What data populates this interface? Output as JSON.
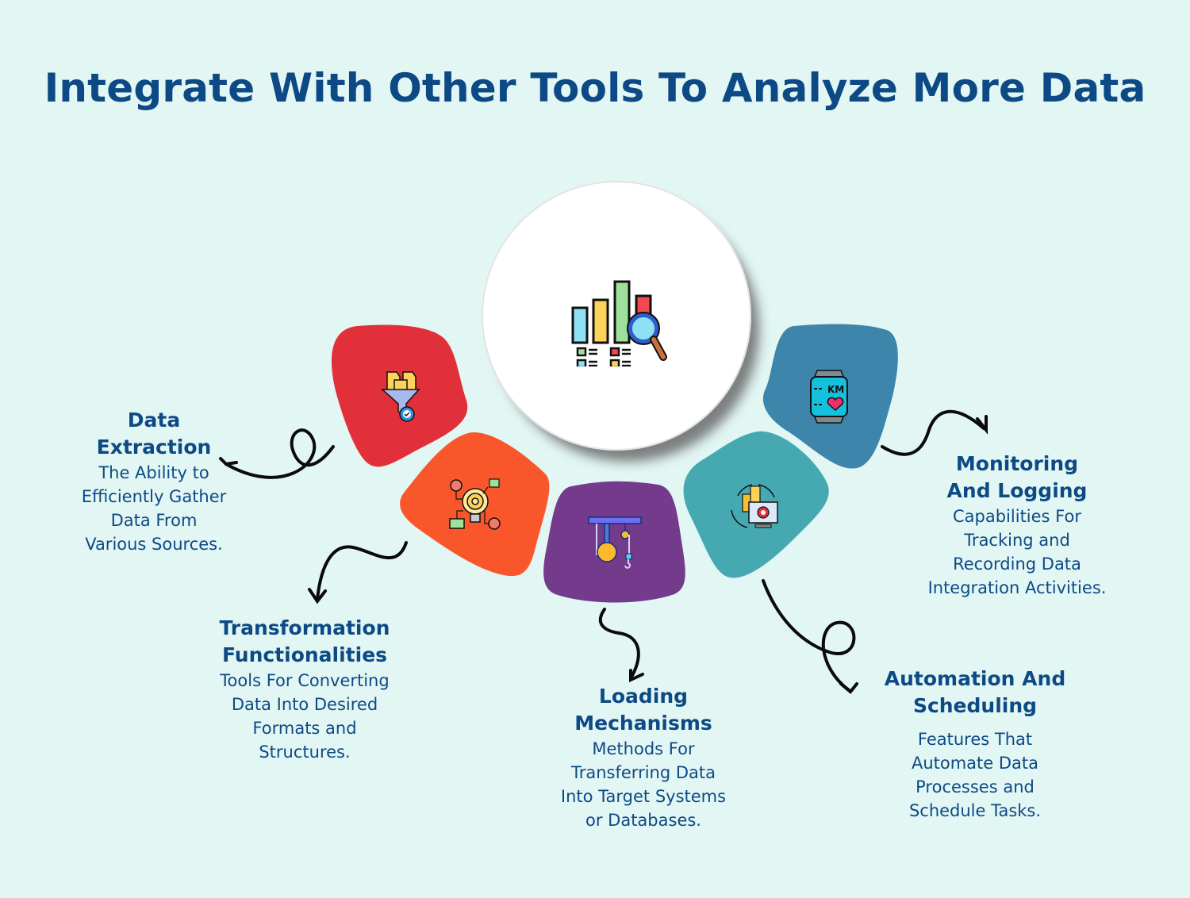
{
  "title": "Integrate With Other Tools To Analyze More Data",
  "colors": {
    "background": "#e2f6f4",
    "text": "#0d4a85",
    "extraction": "#e2303a",
    "transformation": "#f9572b",
    "loading": "#743b8c",
    "automation": "#46a9b2",
    "monitoring": "#3d85aa"
  },
  "hub": {
    "icon": "bar-chart-magnifier-icon"
  },
  "items": [
    {
      "key": "extraction",
      "icon": "funnel-gear-icon",
      "heading_1": "Data",
      "heading_2": "Extraction",
      "desc": [
        "The Ability to",
        "Efficiently Gather",
        "Data From",
        "Various Sources."
      ]
    },
    {
      "key": "transformation",
      "icon": "lightbulb-gear-icon",
      "heading_1": "Transformation",
      "heading_2": "Functionalities",
      "desc": [
        "Tools For Converting",
        "Data Into Desired",
        "Formats and",
        "Structures."
      ]
    },
    {
      "key": "loading",
      "icon": "pulley-crane-icon",
      "heading_1": "Loading",
      "heading_2": "Mechanisms",
      "desc": [
        "Methods For",
        "Transferring Data",
        "Into Target Systems",
        "or Databases."
      ]
    },
    {
      "key": "automation",
      "icon": "automation-computer-gear-icon",
      "heading_1": "Automation And",
      "heading_2": "Scheduling",
      "desc": [
        "Features That",
        "Automate Data",
        "Processes and",
        "Schedule Tasks."
      ]
    },
    {
      "key": "monitoring",
      "icon": "smartwatch-km-heart-icon",
      "heading_1": "Monitoring",
      "heading_2": "And Logging",
      "desc": [
        "Capabilities For",
        "Tracking and",
        "Recording Data",
        "Integration Activities."
      ]
    }
  ],
  "watch_label": "KM"
}
